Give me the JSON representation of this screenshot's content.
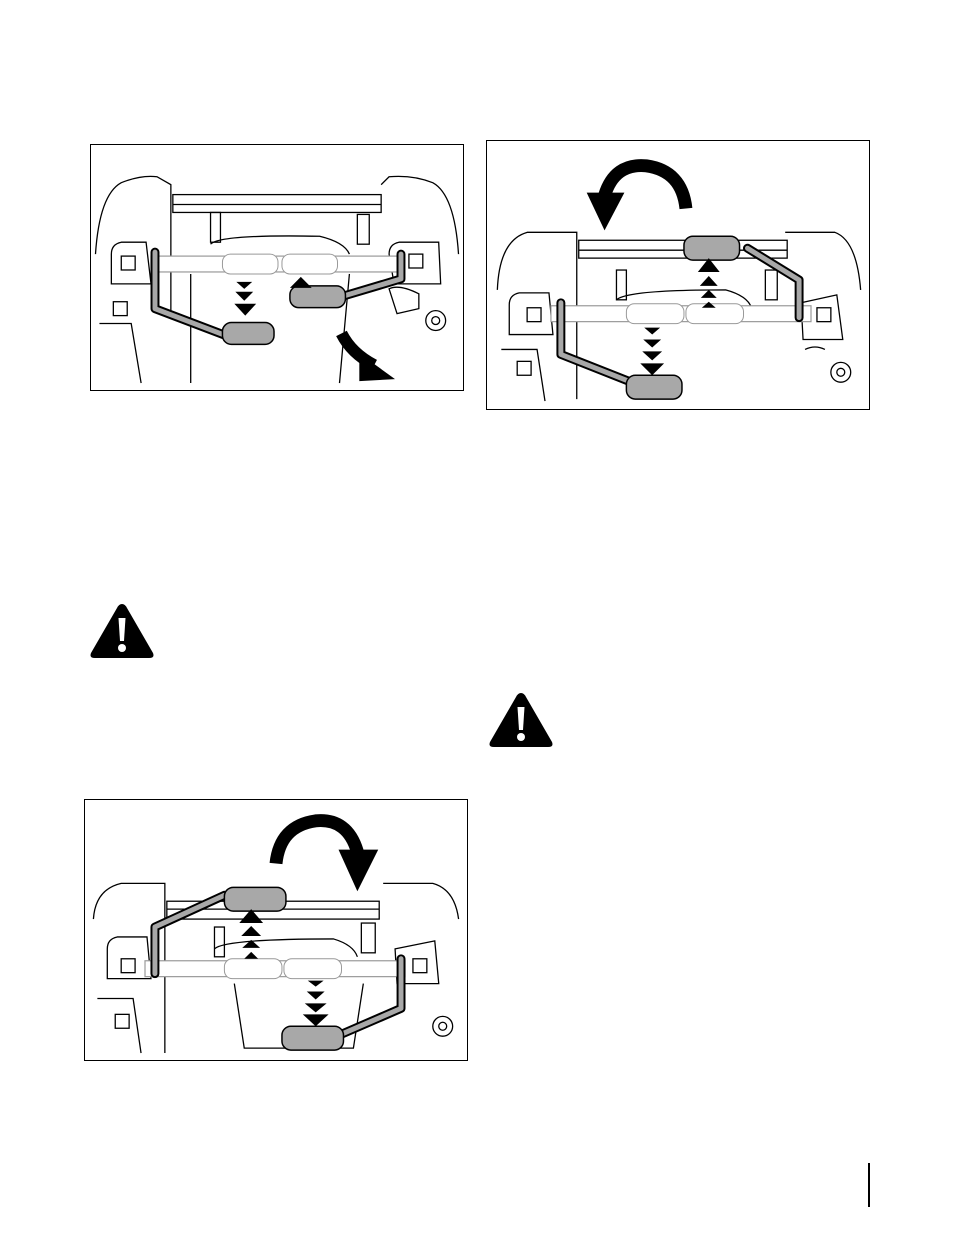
{
  "page": {
    "figures": [
      {
        "id": "fig-1",
        "description": "handles-turning-right"
      },
      {
        "id": "fig-2",
        "description": "handles-turning-left"
      },
      {
        "id": "fig-3",
        "description": "handles-turning-clockwise"
      }
    ],
    "icons": {
      "warning": "warning-triangle-icon",
      "rotate_right": "curved-arrow-right-icon",
      "rotate_left": "curved-arrow-left-icon"
    },
    "colors": {
      "ink": "#000000",
      "grip": "#a8a8a8",
      "paper": "#ffffff"
    }
  }
}
